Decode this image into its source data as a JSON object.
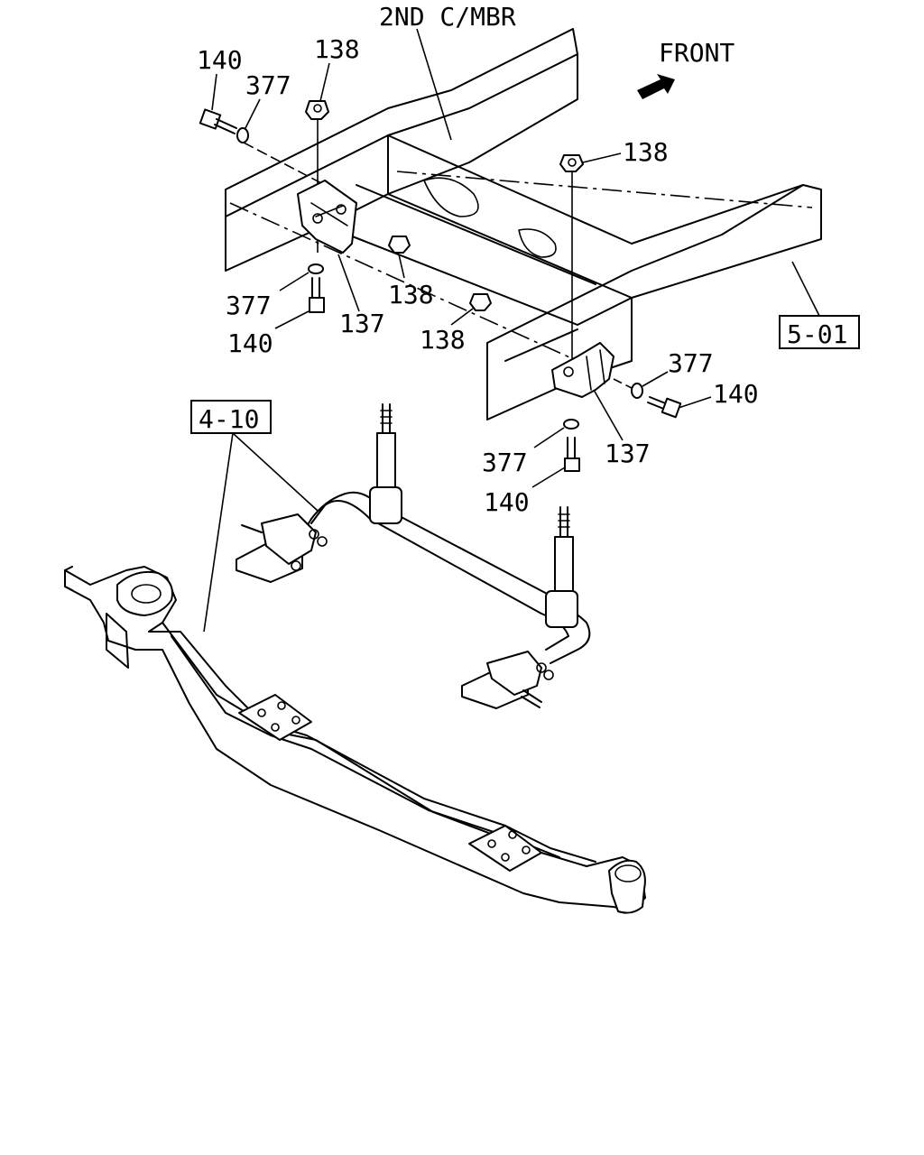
{
  "diagram": {
    "frame_label": "2ND C/MBR",
    "direction_label": "FRONT",
    "ref_boxes": [
      "5-01",
      "4-10"
    ],
    "part_numbers": {
      "bolt": "140",
      "washer": "377",
      "nut": "138",
      "bracket": "137"
    }
  }
}
